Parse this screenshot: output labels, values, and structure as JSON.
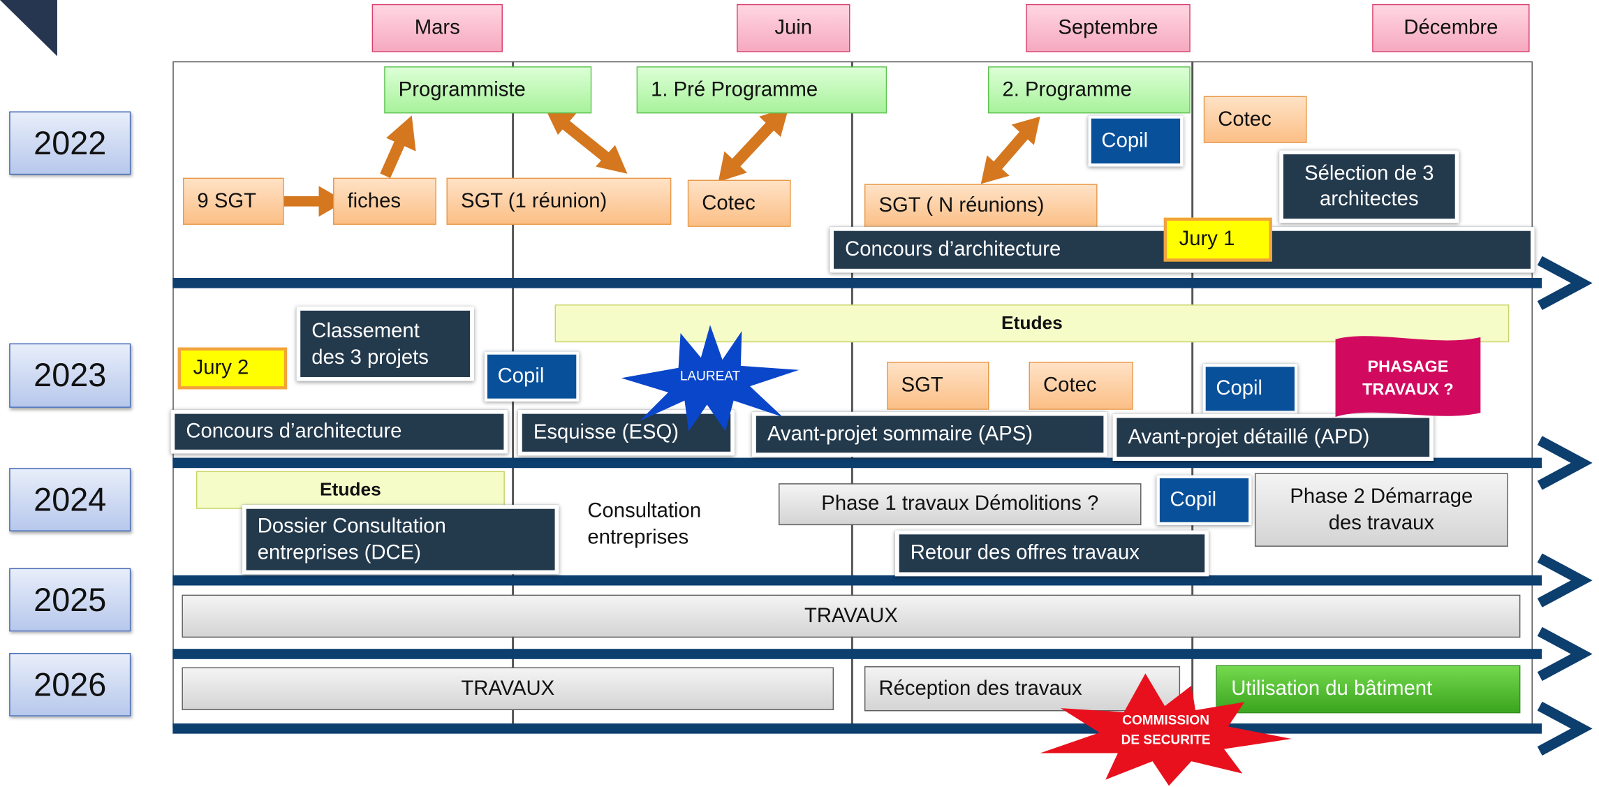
{
  "months": [
    "Mars",
    "Juin",
    "Septembre",
    "Décembre"
  ],
  "years": [
    "2022",
    "2023",
    "2024",
    "2025",
    "2026"
  ],
  "row2022": {
    "programmiste": "Programmiste",
    "pre_programme": "1. Pré Programme",
    "programme": "2. Programme",
    "sgt9": "9 SGT",
    "fiches": "fiches",
    "sgt_1_reunion": "SGT (1 réunion)",
    "cotec": "Cotec",
    "sgt_n_reunions": "SGT ( N réunions)",
    "copil": "Copil",
    "cotec2": "Cotec",
    "selection_line1": "Sélection de 3",
    "selection_line2": "architectes",
    "concours": "Concours d’architecture",
    "jury1": "Jury 1"
  },
  "row2023": {
    "etudes": "Etudes",
    "jury2": "Jury 2",
    "classement_line1": "Classement",
    "classement_line2": "des 3 projets",
    "copil": "Copil",
    "laureat": "LAUREAT",
    "sgt": "SGT",
    "cotec": "Cotec",
    "copil2": "Copil",
    "phasage_line1": "PHASAGE",
    "phasage_line2": "TRAVAUX ?",
    "concours": "Concours d’architecture",
    "esquisse": "Esquisse (ESQ)",
    "aps": "Avant-projet sommaire  (APS)",
    "apd": "Avant-projet détaillé (APD)"
  },
  "row2024": {
    "etudes": "Etudes",
    "dce_line1": "Dossier Consultation",
    "dce_line2": "entreprises (DCE)",
    "consultation_line1": "Consultation",
    "consultation_line2": "entreprises",
    "phase1": "Phase 1 travaux Démolitions ?",
    "copil": "Copil",
    "phase2_line1": "Phase 2 Démarrage",
    "phase2_line2": "des travaux",
    "retour": "Retour des offres travaux"
  },
  "row2025": {
    "travaux": "TRAVAUX"
  },
  "row2026": {
    "travaux": "TRAVAUX",
    "reception": "Réception des travaux",
    "utilisation": "Utilisation du bâtiment",
    "commission_line1": "COMMISSION",
    "commission_line2": "DE SECURITE"
  },
  "colors": {
    "timeline_arrow": "#0c3e6e",
    "dark_box": "#23394c",
    "copil_blue": "#08509a",
    "star_blue": "#0a46c9",
    "star_red": "#e8101c",
    "phasage": "#d10a5f",
    "accent_orange": "#d4771f"
  }
}
